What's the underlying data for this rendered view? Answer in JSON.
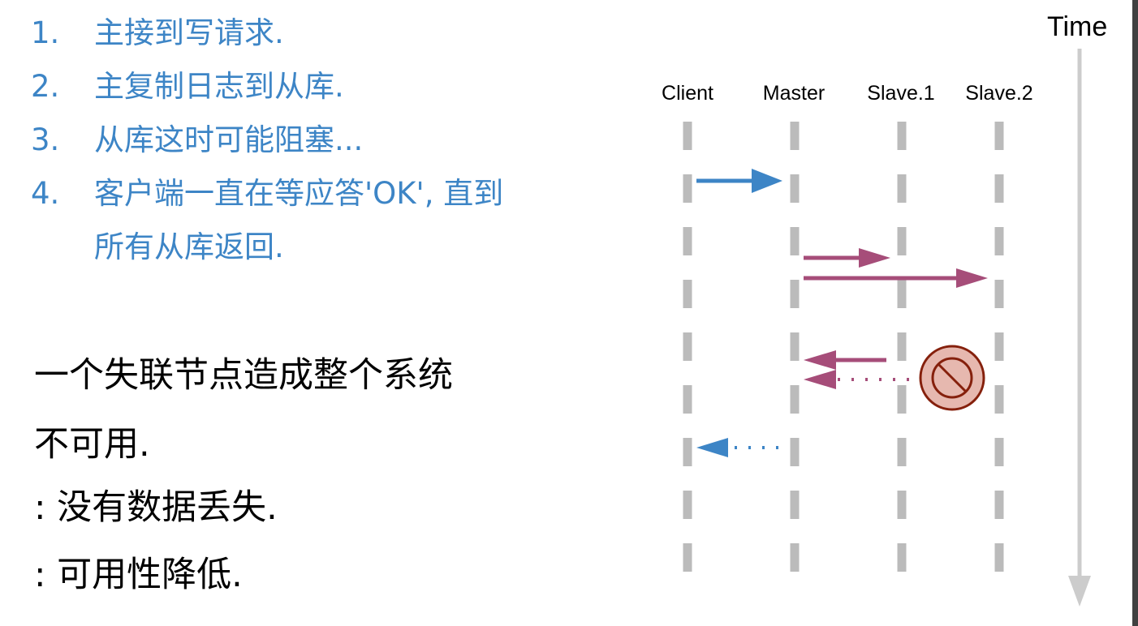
{
  "steps": [
    {
      "num": "1.",
      "text": "主接到写请求."
    },
    {
      "num": "2.",
      "text": "主复制日志到从库."
    },
    {
      "num": "3.",
      "text": "从库这时可能阻塞..."
    },
    {
      "num": "4.",
      "text": "客户端一直在等应答'OK', 直到"
    },
    {
      "num": "",
      "text": "所有从库返回."
    }
  ],
  "conclusion": {
    "line1": "一个失联节点造成整个系统",
    "line2": "不可用.",
    "line3": ": 没有数据丢失.",
    "line4": ": 可用性降低."
  },
  "diagram": {
    "time_label": "Time",
    "participants": [
      "Client",
      "Master",
      "Slave.1",
      "Slave.2"
    ],
    "colors": {
      "client_arrow": "#3d85c6",
      "replication_arrow": "#a64d79",
      "lifeline": "#bbbbbb",
      "time_axis": "#cccccc",
      "block_fill": "#e6b8af",
      "block_stroke": "#85200c"
    },
    "icons": [
      "blocked-icon"
    ]
  }
}
